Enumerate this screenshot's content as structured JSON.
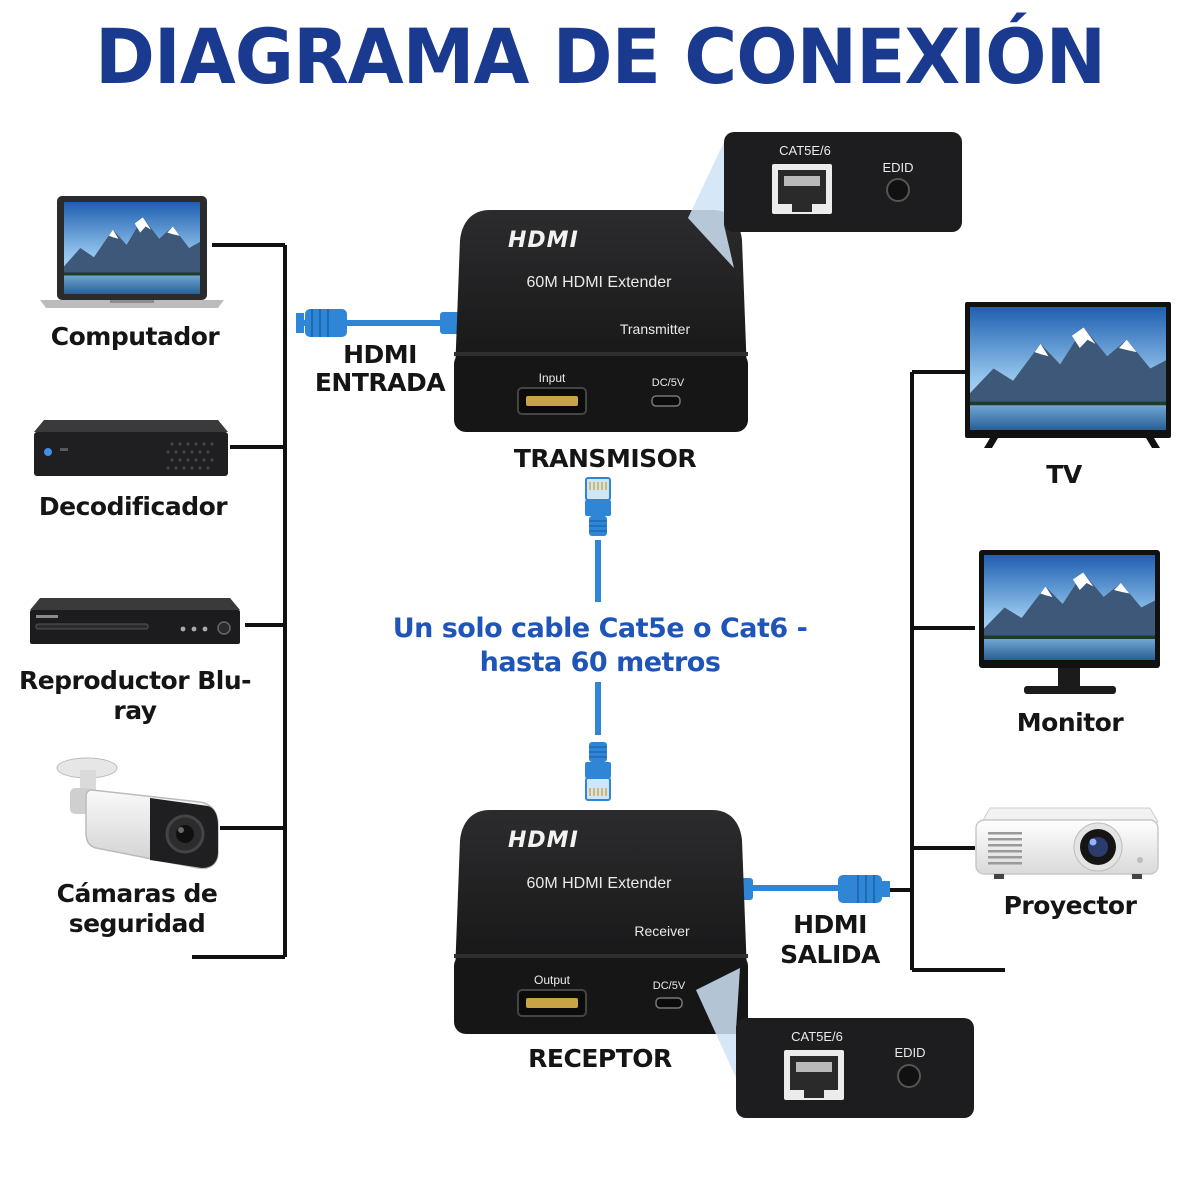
{
  "title": "DIAGRAMA DE CONEXIÓN",
  "sources": {
    "computer": "Computador",
    "decoder": "Decodificador",
    "bluray": "Reproductor Blu-ray",
    "camera_line1": "Cámaras de",
    "camera_line2": "seguridad"
  },
  "outputs": {
    "tv": "TV",
    "monitor": "Monitor",
    "projector": "Proyector"
  },
  "hdmi_in_line1": "HDMI",
  "hdmi_in_line2": "ENTRADA",
  "hdmi_out": "HDMI SALIDA",
  "transmitter": {
    "logo": "HDMI",
    "model": "60M HDMI Extender",
    "role": "Transmitter",
    "port_hdmi": "Input",
    "port_dc": "DC/5V",
    "caption": "TRANSMISOR",
    "rear_port_lan": "CAT5E/6",
    "rear_port_edid": "EDID"
  },
  "receiver": {
    "logo": "HDMI",
    "model": "60M HDMI Extender",
    "role": "Receiver",
    "port_hdmi": "Output",
    "port_dc": "DC/5V",
    "caption": "RECEPTOR",
    "rear_port_lan": "CAT5E/6",
    "rear_port_edid": "EDID"
  },
  "cable_note_line1": "Un solo cable Cat5e o Cat6 -",
  "cable_note_line2": "hasta 60 metros",
  "colors": {
    "title": "#1a3a8f",
    "cable": "#2f86d6",
    "device": "#1d1d1f",
    "zoom_highlight": "#cfe3f6"
  }
}
